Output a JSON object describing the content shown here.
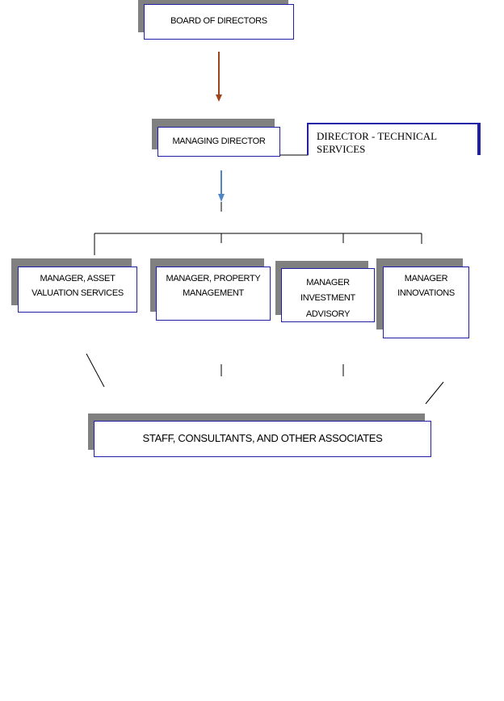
{
  "nodes": {
    "board": "BOARD OF DIRECTORS",
    "managing_director": "MANAGING DIRECTOR",
    "technical_director": "DIRECTOR - TECHNICAL SERVICES",
    "manager_asset_line1": "MANAGER, ASSET",
    "manager_asset_line2": "VALUATION SERVICES",
    "manager_property_line1": "MANAGER, PROPERTY",
    "manager_property_line2": "MANAGEMENT",
    "manager_investment_line1": "MANAGER",
    "manager_investment_line2": "INVESTMENT",
    "manager_investment_line3": "ADVISORY",
    "manager_innovations_line1": "MANAGER",
    "manager_innovations_line2": "INNOVATIONS",
    "staff": "STAFF, CONSULTANTS, AND OTHER ASSOCIATES"
  },
  "colors": {
    "box_border": "#1f1fa8",
    "shadow": "#808080",
    "arrow_top": "#a0441a",
    "arrow_middle": "#4f86c6"
  }
}
